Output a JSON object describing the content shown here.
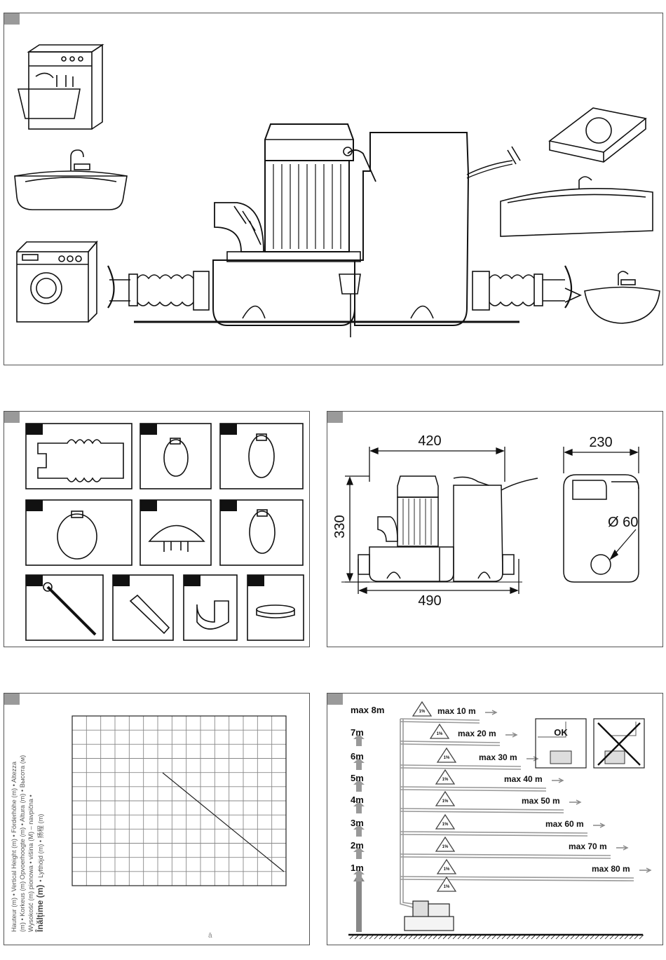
{
  "dimensions": {
    "width": "420",
    "depth": "230",
    "height": "330",
    "length": "490",
    "outlet_diameter": "Ø 60"
  },
  "graph": {
    "vertical_axis_label_line1": "Hauteur (m) • Vertical Height (m) • Förderhöhe (m) • Altezza",
    "vertical_axis_label_line2": "(m) • Korkeus (m) Opvoerhoogte (m) • Altura (m) • Высота (м)",
    "vertical_axis_label_line3": "Wysokość (m) pionowa • višina (M) – navpična •",
    "vertical_axis_label_line4_bold": "Înălțime (m)",
    "vertical_axis_label_line4_rest": "• Lyfthöjd (m) • 扬程 (m)",
    "footer_mark": "ā"
  },
  "installation": {
    "heights": [
      "max 8m",
      "7m",
      "6m",
      "5m",
      "4m",
      "3m",
      "2m",
      "1m"
    ],
    "slope": "1%",
    "ok_label": "OK",
    "runs": [
      "max 10 m",
      "max 20 m",
      "max 30 m",
      "max 40 m",
      "max 50 m",
      "max 60 m",
      "max 70 m",
      "max 80 m"
    ]
  }
}
